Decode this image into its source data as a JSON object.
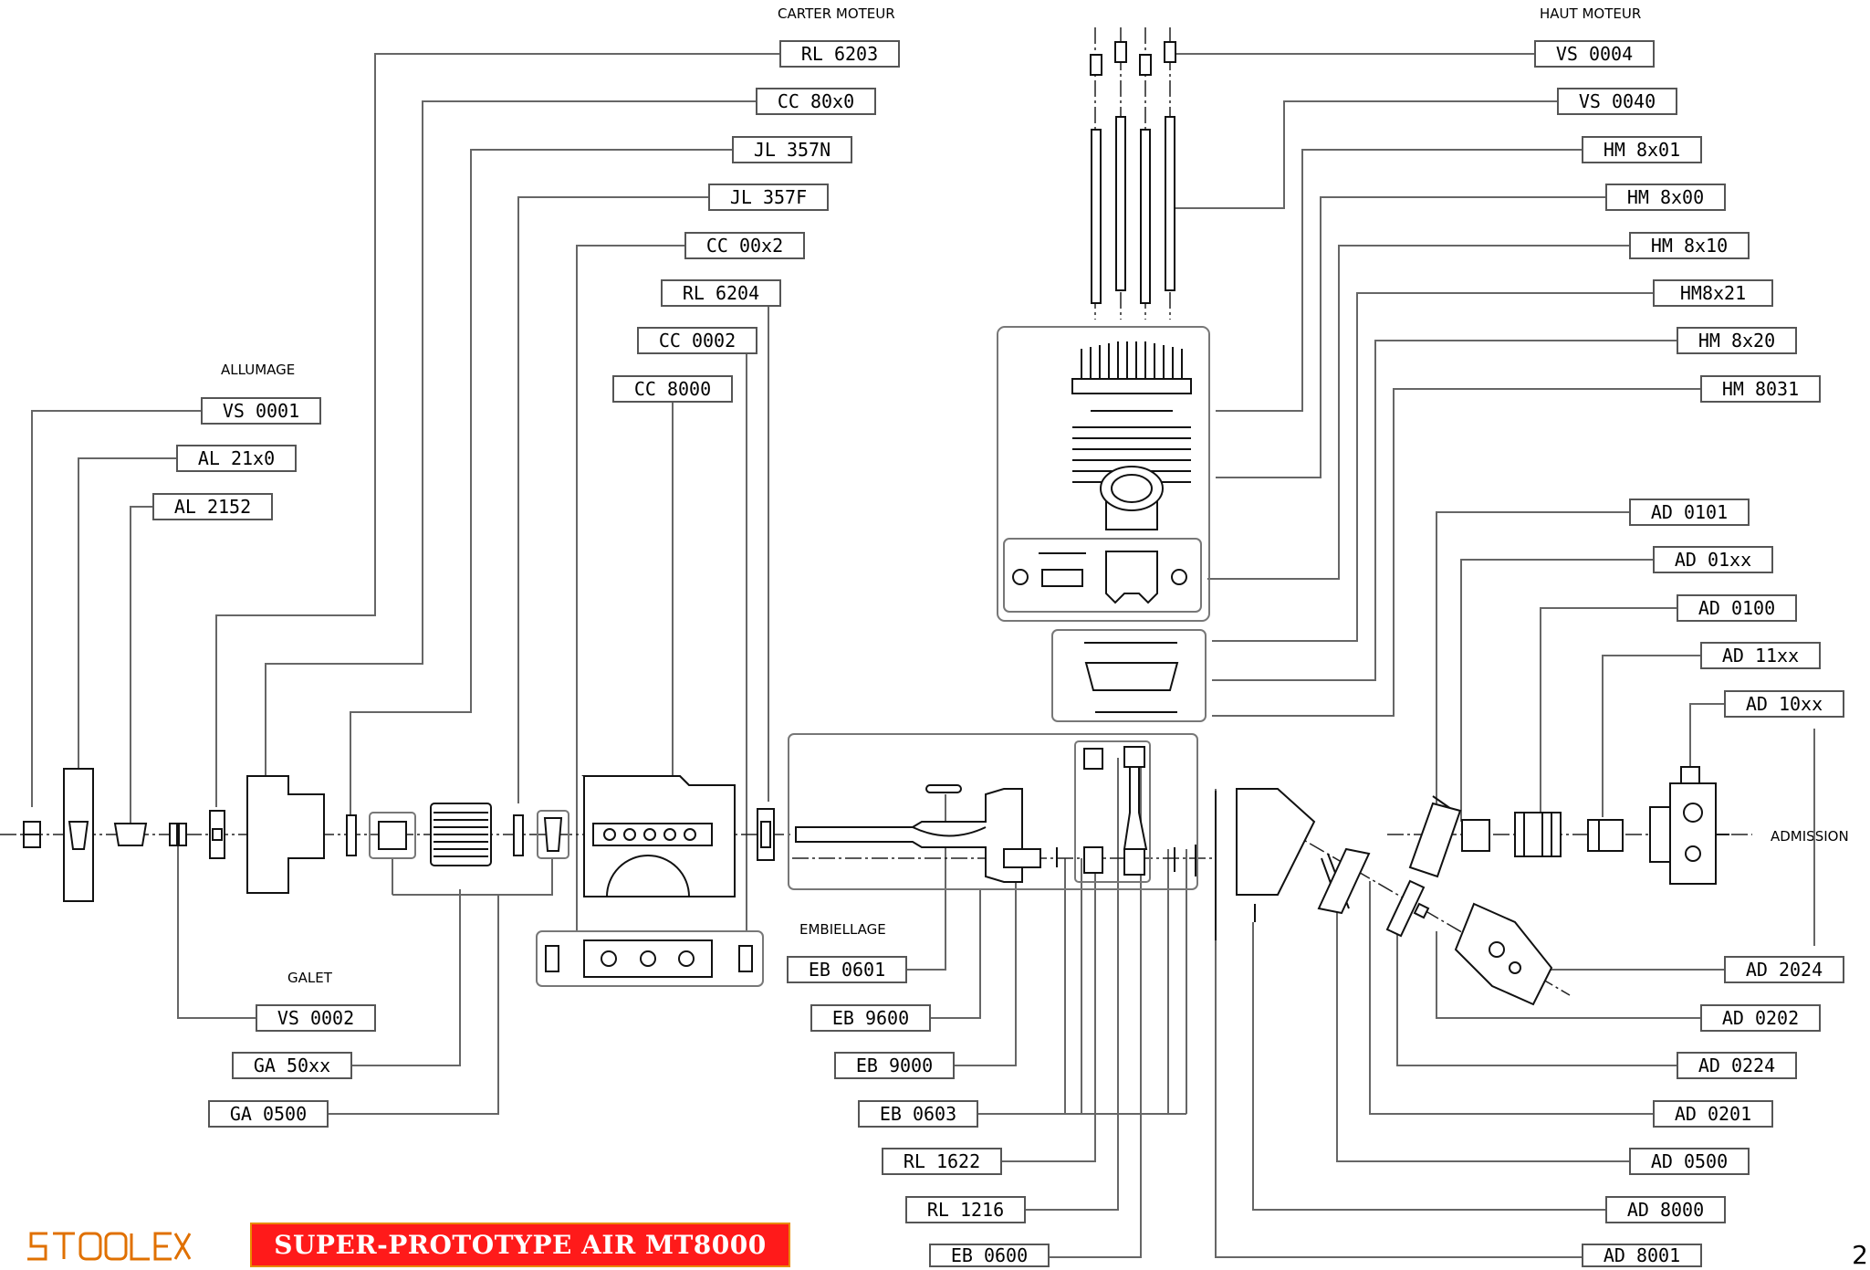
{
  "title": "SUPER-PROTOTYPE AIR MT8000",
  "brand": "STOOLEX",
  "page_number": "2",
  "colors": {
    "banner": "#ff1a1a",
    "banner_border": "#e88a00",
    "logo": "#e07000",
    "line": "#666666"
  },
  "sections": {
    "carter_moteur": "CARTER MOTEUR",
    "haut_moteur": "HAUT MOTEUR",
    "allumage": "ALLUMAGE",
    "galet": "GALET",
    "embiellage": "EMBIELLAGE",
    "admission": "ADMISSION"
  },
  "parts": {
    "rl6203": "RL 6203",
    "cc80x0": "CC 80x0",
    "jl357n": "JL 357N",
    "jl357f": "JL 357F",
    "cc00x2": "CC 00x2",
    "rl6204": "RL 6204",
    "cc0002": "CC 0002",
    "cc8000": "CC 8000",
    "vs0001": "VS 0001",
    "al21x0": "AL 21x0",
    "al2152": "AL 2152",
    "vs0002": "VS 0002",
    "ga50xx": "GA 50xx",
    "ga0500": "GA 0500",
    "vs0004": "VS 0004",
    "vs0040": "VS 0040",
    "hm8x01": "HM 8x01",
    "hm8x00": "HM 8x00",
    "hm8x10": "HM 8x10",
    "hm8x21": "HM8x21",
    "hm8x20": "HM 8x20",
    "hm8031": "HM 8031",
    "ad0101": "AD 0101",
    "ad01xx": "AD 01xx",
    "ad0100": "AD 0100",
    "ad11xx": "AD 11xx",
    "ad10xx": "AD 10xx",
    "ad2024": "AD 2024",
    "ad0202": "AD 0202",
    "ad0224": "AD 0224",
    "ad0201": "AD 0201",
    "ad0500": "AD 0500",
    "ad8000": "AD 8000",
    "ad8001": "AD 8001",
    "eb0601": "EB 0601",
    "eb9600": "EB 9600",
    "eb9000": "EB 9000",
    "eb0603": "EB 0603",
    "rl1622": "RL 1622",
    "rl1216": "RL 1216",
    "eb0600": "EB 0600"
  }
}
